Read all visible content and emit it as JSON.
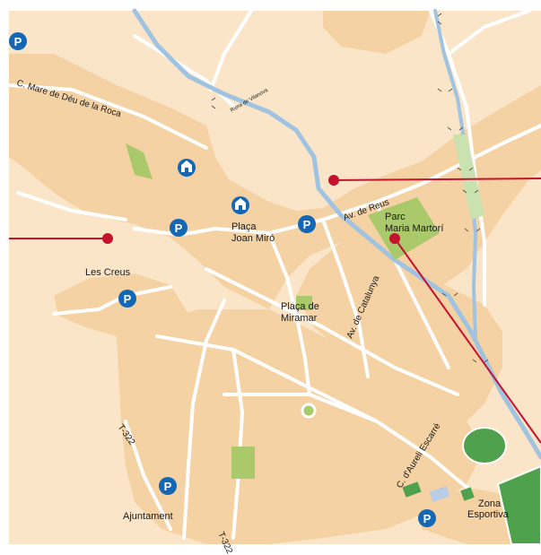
{
  "map": {
    "colors": {
      "paper": "#ffffff",
      "land": "#fbe5c8",
      "block": "#f5d2a3",
      "road": "#ffffff",
      "river": "#9fc3e0",
      "park": "#a9c96a",
      "sport": "#4fa14e",
      "marker": "#c4122f",
      "parking": "#1467b5"
    },
    "labels": {
      "street_mare_deu": "C. Mare de Déu de la Roca",
      "river": "Riera de Vilanova",
      "av_reus": "Av. de Reus",
      "placa_joan_miro_1": "Plaça",
      "placa_joan_miro_2": "Joan Miró",
      "parc_1": "Parc",
      "parc_2": "Maria Martorí",
      "les_creus": "Les Creus",
      "placa_miramar_1": "Plaça de",
      "placa_miramar_2": "Miramar",
      "av_catalunya": "Av. de Catalunya",
      "t322_a": "T-322",
      "t322_b": "T-322",
      "c_aureli": "C. d'Aureli Escarré",
      "zona_1": "Zona",
      "zona_2": "Esportiva",
      "ajuntament": "Ajuntament"
    },
    "icons": {
      "parking": "P",
      "monument": "building-icon"
    }
  }
}
